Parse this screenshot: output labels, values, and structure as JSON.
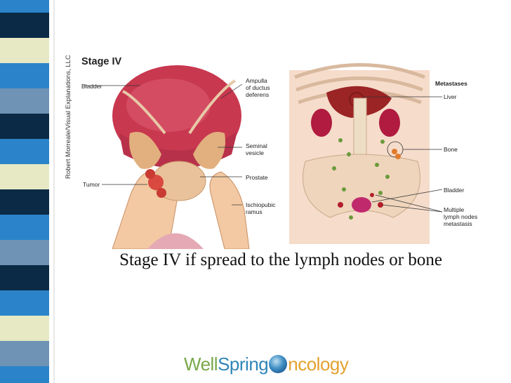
{
  "slide": {
    "caption": "Stage IV if spread to the lymph nodes or bone"
  },
  "figure": {
    "credit": "Robert Morreale/Visual Explanations, LLC",
    "left_panel": {
      "title": "Stage IV",
      "labels": {
        "bladder": "Bladder",
        "ampulla_line1": "Ampulla",
        "ampulla_line2": "of ductus",
        "ampulla_line3": "deferens",
        "seminal_line1": "Seminal",
        "seminal_line2": "vesicle",
        "prostate": "Prostate",
        "tumor": "Tumor",
        "ischio_line1": "Ischiopubic",
        "ischio_line2": "ramus"
      }
    },
    "right_panel": {
      "title": "Metastases",
      "labels": {
        "liver": "Liver",
        "bone": "Bone",
        "bladder": "Bladder",
        "lymph_line1": "Multiple",
        "lymph_line2": "lymph nodes",
        "lymph_line3": "metastasis"
      }
    }
  },
  "logo": {
    "part1": "Well",
    "part2": "Spring",
    "part3": "ncology"
  },
  "colors": {
    "stripe_blue": "#2a7fc0",
    "stripe_dark": "#0b2a45",
    "stripe_light": "#e9ecc7",
    "stripe_steel": "#6f93b5"
  }
}
